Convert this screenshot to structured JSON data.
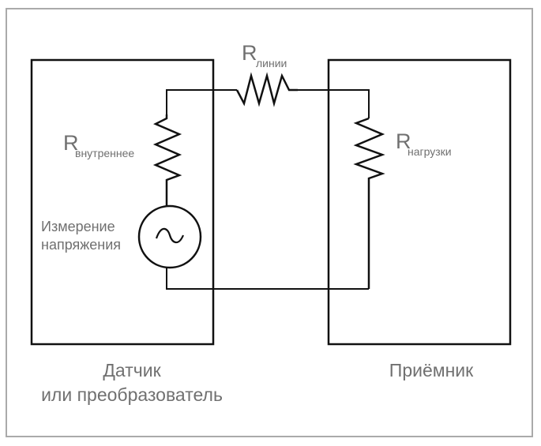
{
  "diagram": {
    "title": "Voltage measurement circuit with internal, line and load resistances",
    "colors": {
      "frame": "#aaaaaa",
      "lines": "#111111",
      "labels": "#707070"
    },
    "resistors": [
      {
        "id": "internal",
        "symbol": "R",
        "subscript": "внутреннее"
      },
      {
        "id": "line",
        "symbol": "R",
        "subscript": "линии"
      },
      {
        "id": "load",
        "symbol": "R",
        "subscript": "нагрузки"
      }
    ],
    "source": {
      "icon": "ac-voltage-source",
      "label_line1": "Измерение",
      "label_line2": "напряжения"
    },
    "blocks": [
      {
        "id": "sensor",
        "caption_line1": "Датчик",
        "caption_line2": "или преобразователь"
      },
      {
        "id": "receiver",
        "caption_line1": "Приёмник",
        "caption_line2": ""
      }
    ]
  }
}
